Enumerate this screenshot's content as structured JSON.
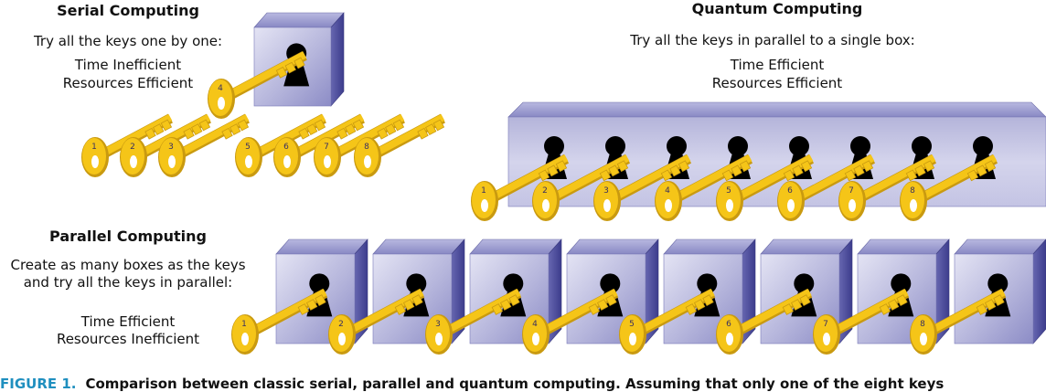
{
  "serial": {
    "title": "Serial Computing",
    "instruction": "Try all the keys one by one:",
    "line1": "Time Inefficient",
    "line2": "Resources Efficient",
    "key_labels": [
      "1",
      "2",
      "3",
      "4",
      "5",
      "6",
      "7",
      "8"
    ]
  },
  "quantum": {
    "title": "Quantum Computing",
    "instruction": "Try all the keys in parallel to a single box:",
    "line1": "Time Efficient",
    "line2": "Resources Efficient",
    "key_labels": [
      "1",
      "2",
      "3",
      "4",
      "5",
      "6",
      "7",
      "8"
    ]
  },
  "parallel": {
    "title": "Parallel Computing",
    "instruction1": "Create as many boxes as the keys",
    "instruction2": "and try all the keys in parallel:",
    "line1": "Time Efficient",
    "line2": "Resources Inefficient",
    "key_labels": [
      "1",
      "2",
      "3",
      "4",
      "5",
      "6",
      "7",
      "8"
    ]
  },
  "caption": {
    "figure_label": "FIGURE 1.",
    "text": "Comparison between classic serial, parallel and quantum computing. Assuming that only one of the eight keys"
  },
  "colors": {
    "box_light": "#dcdcf0",
    "box_mid": "#9c9ccd",
    "box_dark": "#4d4d9c",
    "key_fill": "#f5c518",
    "key_dark": "#c99a10",
    "keyhole": "#000000",
    "caption_accent": "#1f8fbf"
  }
}
